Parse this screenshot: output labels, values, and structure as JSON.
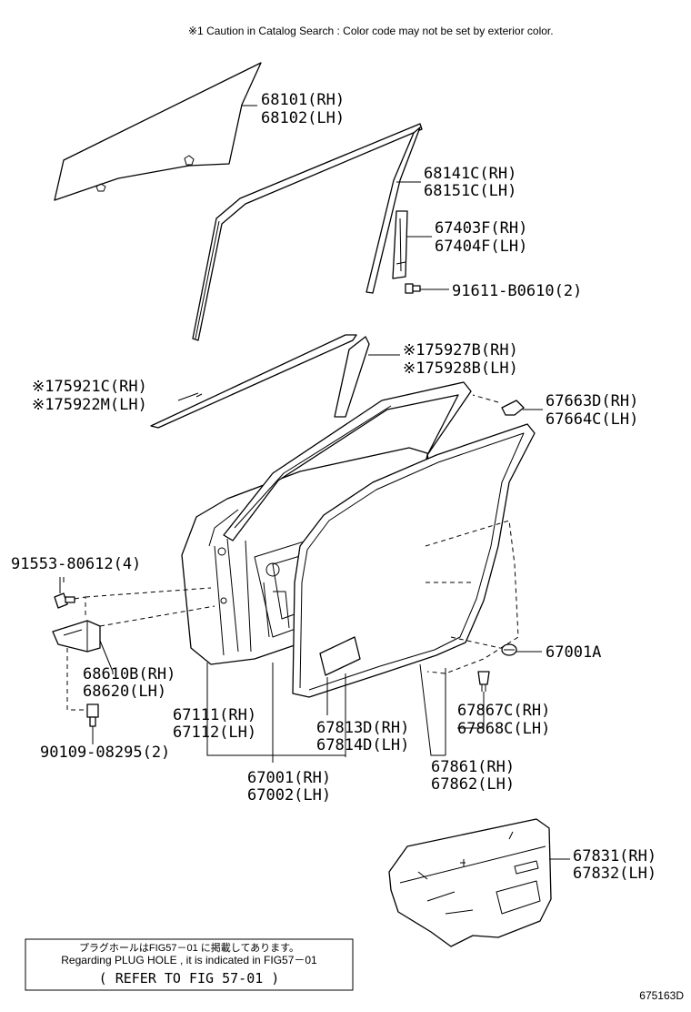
{
  "caution": "※1 Caution in Catalog Search : Color code may not be set by exterior color.",
  "callouts": {
    "glass": [
      "68101(RH)",
      "68102(LH)"
    ],
    "run_channel": [
      "68141C(RH)",
      "68151C(LH)"
    ],
    "rear_channel": [
      "67403F(RH)",
      "67404F(LH)"
    ],
    "bolt_channel": [
      "91611-B0610(2)"
    ],
    "pillar_garnish": [
      "※175927B(RH)",
      "※175928B(LH)"
    ],
    "belt_moulding": [
      "※175921C(RH)",
      "※175922M(LH)"
    ],
    "mirror_cover": [
      "67663D(RH)",
      "67664C(LH)"
    ],
    "hinge_bolt": [
      "91553-80612(4)"
    ],
    "clip": [
      "67001A"
    ],
    "hinge": [
      "68610B(RH)",
      "68620(LH)"
    ],
    "hole_cover_clip": [
      "67867C(RH)",
      "67868C(LH)"
    ],
    "inner_panel": [
      "67111(RH)",
      "67112(LH)"
    ],
    "hole_cover": [
      "67813D(RH)",
      "67814D(LH)"
    ],
    "bolt_hinge": [
      "90109-08295(2)"
    ],
    "weatherstrip": [
      "67861(RH)",
      "67862(LH)"
    ],
    "door_assy": [
      "67001(RH)",
      "67002(LH)"
    ],
    "silencer": [
      "67831(RH)",
      "67832(LH)"
    ]
  },
  "note": {
    "line1": "プラグホールはFIG57－01 に掲載してあります。",
    "line2": "Regarding  PLUG HOLE , it is indicated  in  FIG57－01",
    "line3": "( REFER TO FIG 57-01 )"
  },
  "figure_id": "675163D"
}
